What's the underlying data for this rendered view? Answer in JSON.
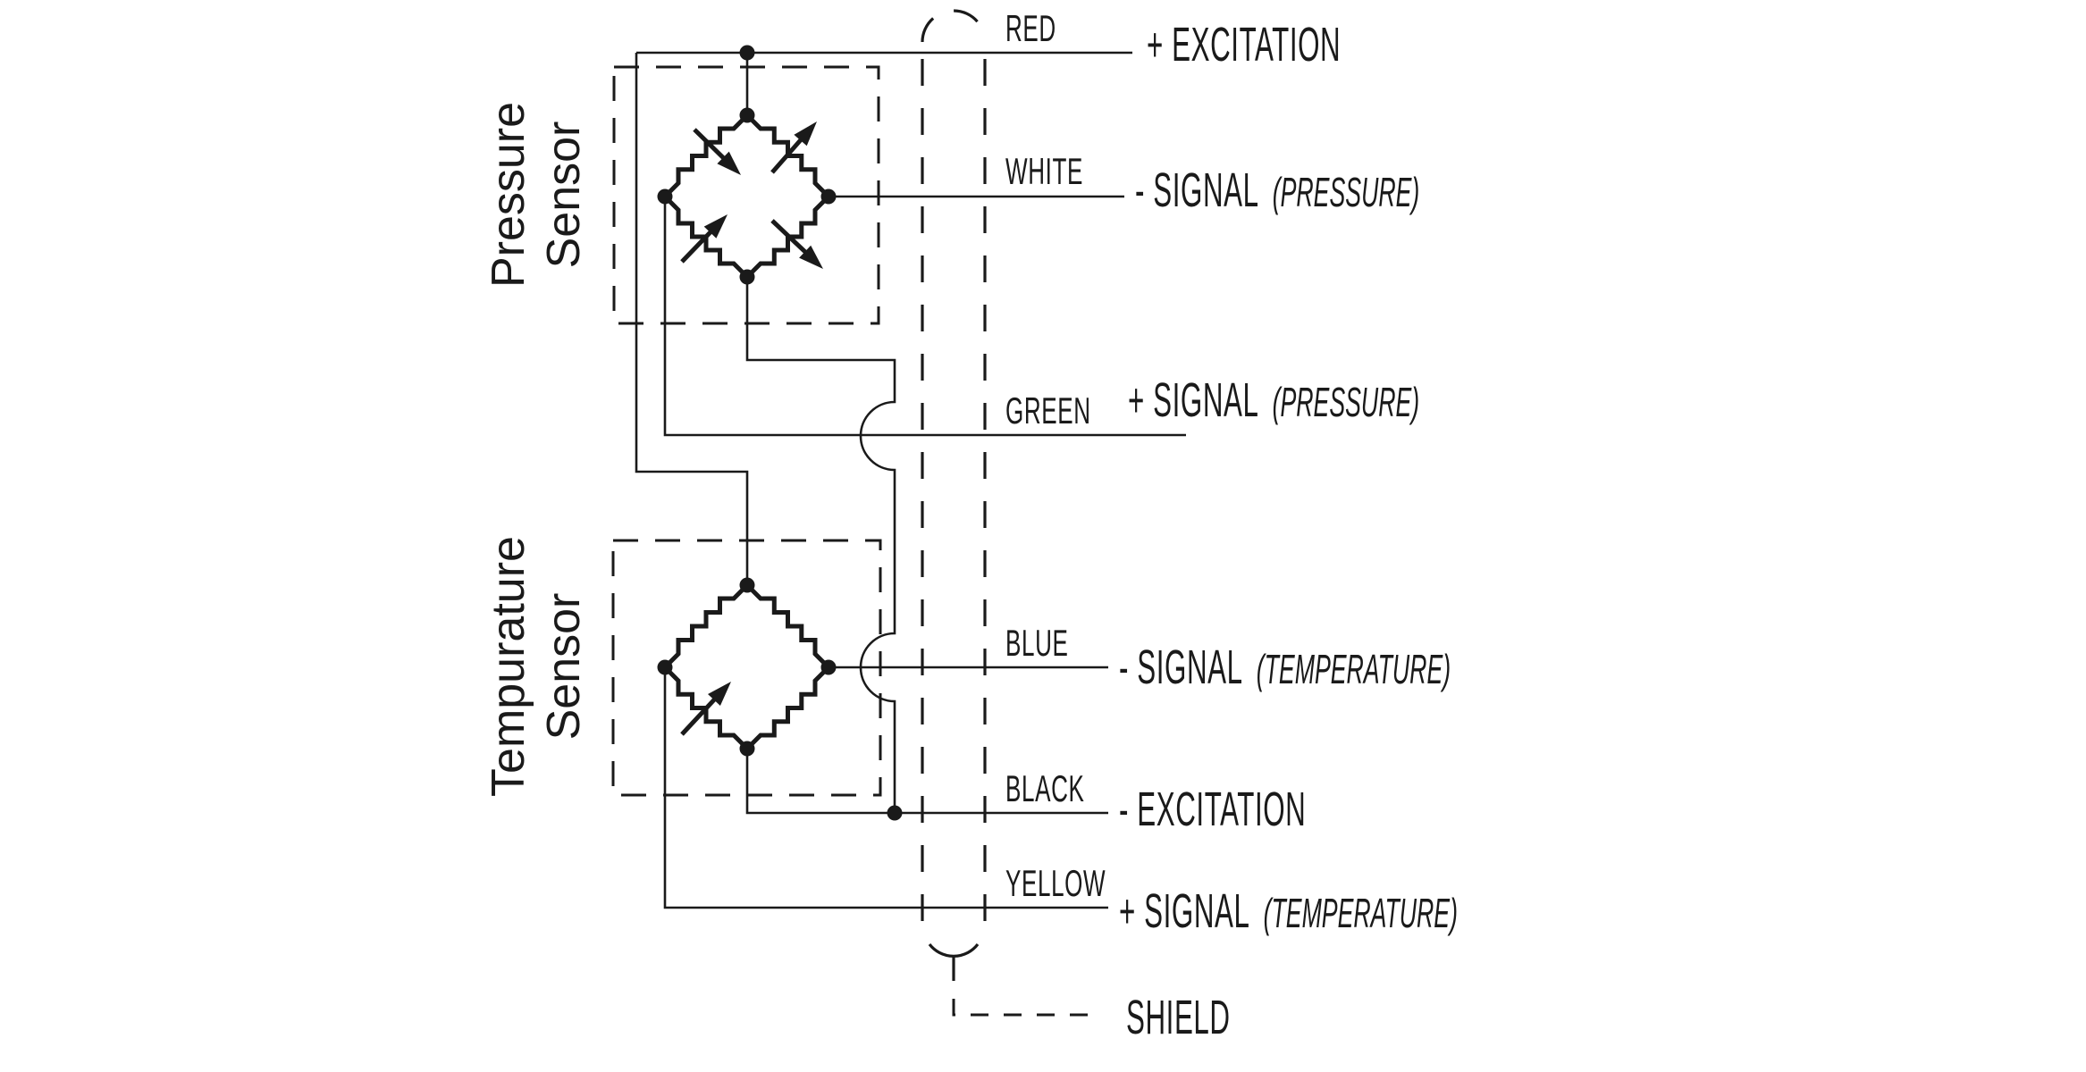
{
  "colors": {
    "background": "#ffffff",
    "ink": "#1a1a1a"
  },
  "sensors": [
    {
      "line1": "Pressure",
      "line2": "Sensor"
    },
    {
      "line1": "Tempurature",
      "line2": "Sensor"
    }
  ],
  "wires": [
    {
      "color_label": "RED",
      "signal": "+ EXCITATION",
      "note": ""
    },
    {
      "color_label": "WHITE",
      "signal": "- SIGNAL",
      "note": "(PRESSURE)"
    },
    {
      "color_label": "GREEN",
      "signal": "+ SIGNAL",
      "note": "(PRESSURE)"
    },
    {
      "color_label": "BLUE",
      "signal": "- SIGNAL",
      "note": "(TEMPERATURE)"
    },
    {
      "color_label": "BLACK",
      "signal": "- EXCITATION",
      "note": ""
    },
    {
      "color_label": "YELLOW",
      "signal": "+ SIGNAL",
      "note": "(TEMPERATURE)"
    }
  ],
  "shield": {
    "label": "SHIELD"
  }
}
